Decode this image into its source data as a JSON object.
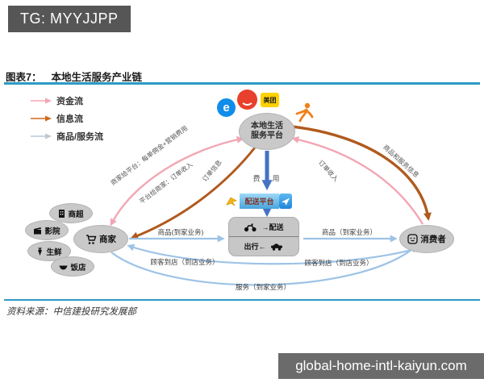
{
  "overlays": {
    "tg_badge": "TG: MYYJJPP",
    "site_badge": "global-home-intl-kaiyun.com"
  },
  "figure": {
    "label": "图表7：",
    "title": "本地生活服务产业链",
    "source": "资料来源：中信建投研究发展部"
  },
  "legend": {
    "items": [
      {
        "label": "资金流",
        "color": "#f2a6b4"
      },
      {
        "label": "信息流",
        "color": "#cf6a1e"
      },
      {
        "label": "商品/服务流",
        "color": "#bcc8d6"
      }
    ]
  },
  "nodes": {
    "platform": {
      "line1": "本地生活",
      "line2": "服务平台"
    },
    "merchant": {
      "label": "商家"
    },
    "consumer": {
      "label": "消费者"
    },
    "delivery": {
      "label": "配送平台"
    },
    "dispatch_row": {
      "label": "→配送"
    },
    "travel_row": {
      "label": "出行←"
    },
    "merchant_types": [
      {
        "label": "商超"
      },
      {
        "label": "影院"
      },
      {
        "label": "生鲜"
      },
      {
        "label": "饭店"
      }
    ],
    "apps": {
      "eleme": "e",
      "meituan": "美团"
    }
  },
  "edges": {
    "merchant_to_platform": "商家给平台：每单佣金+营销费用",
    "platform_to_merchant": "平台给商家：订单收入",
    "order_info": "订单信息",
    "order_income": "订单收入",
    "goods_service_info": "商品和服务信息",
    "fee_left": "费",
    "fee_right": "用",
    "goods_home_left": "商品(到家业务)",
    "goods_home_right": "商品（到家业务）",
    "visit_store_left": "顾客到店（到店业务）",
    "visit_store_right": "顾客到店（到店业务）",
    "service_home": "服务（到家业务）"
  },
  "colors": {
    "accent_line": "#2e9ac4",
    "money_flow": "#f2a6b4",
    "info_flow": "#b05a1e",
    "goods_flow": "#9dc3e6",
    "dispatch_arrow": "#4472c4"
  }
}
